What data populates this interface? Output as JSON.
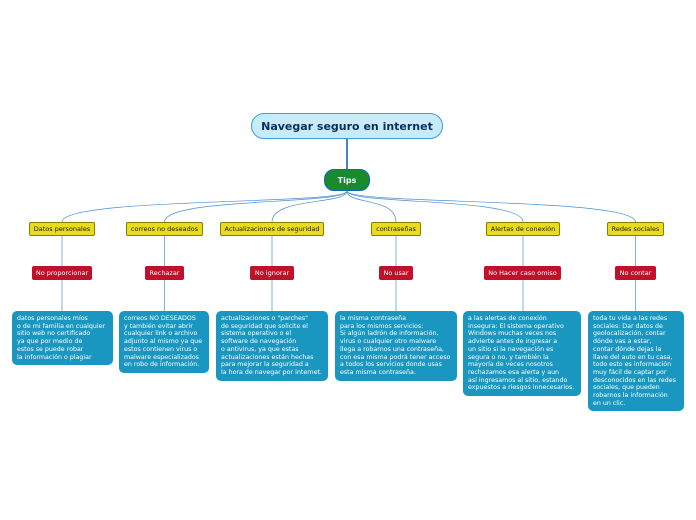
{
  "root": {
    "title": "Navegar seguro en internet"
  },
  "hub": {
    "label": "Tips"
  },
  "branches": [
    {
      "category": "Datos personales",
      "action": "No proporcionar",
      "description": "datos personales míos\no de mi familia en cualquier\nsitio web no certificado\nya que por medio de\nestos se puede robar\nla información o plagiar"
    },
    {
      "category": "correos no deseados",
      "action": "Rechazar",
      "description": "correos NO DESEADOS\ny también evitar abrir\ncualquier link o archivo\nadjunto al mismo ya que\nestos contienen virus o\nmalware especializados\nen robo de información."
    },
    {
      "category": "Actualizaciones de seguridad",
      "action": "No ignorar",
      "description": "actualizaciones o \"parches\"\nde seguridad que solicite el\nsistema operativo o el\nsoftware de navegación\no antivirus, ya que estas\nactualizaciones están hechas\npara mejorar la seguridad a\nla hora de navegar por internet."
    },
    {
      "category": "contraseñas",
      "action": "No usar",
      "description": "la misma contraseña\npara los mismos servicios:\nSi algún ladrón de información,\nvirus o cualquier otro malware\nllega a robarnos una contraseña,\ncon esa misma podrá tener acceso\na todos los servicios donde usas\nesta misma contraseña."
    },
    {
      "category": "Alertas de conexión",
      "action": "No Hacer caso omiso",
      "description": "a las alertas de conexión\ninsegura: El sistema operativo\nWindows muchas veces nos\nadvierte antes de ingresar a\nun sitio si la navegación es\nsegura o no, y también la\nmayoría de veces nosotros\nrechazamos esa alerta y aun\nasí ingresamos al sitio, estando\nexpuestos a riesgos innecesarios."
    },
    {
      "category": "Redes sociales",
      "action": "No contar",
      "description": "toda tu vida a las redes\nsociales: Dar datos de\ngeolocalización, contar\ndónde vas a estar,\ncontar dónde dejas la\nllave del auto en tu casa,\ntodo esto es información\nmuy fácil de captar por\ndesconocidos en las redes\nsociales, que pueden\nrobarnos la información\nen un clic."
    }
  ]
}
